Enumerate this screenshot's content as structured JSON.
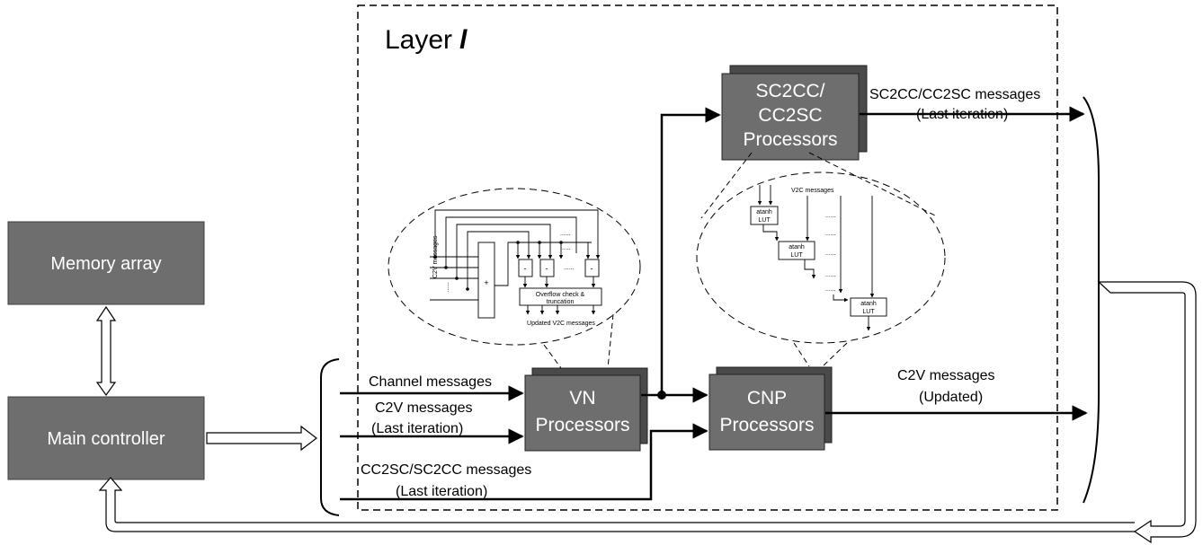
{
  "layer_title": "Layer",
  "layer_symbol": "l",
  "blocks": {
    "memory_array": "Memory array",
    "main_controller": "Main controller",
    "sc2cc_line1": "SC2CC/",
    "sc2cc_line2": "CC2SC",
    "sc2cc_line3": "Processors",
    "vn_line1": "VN",
    "vn_line2": "Processors",
    "cnp_line1": "CNP",
    "cnp_line2": "Processors"
  },
  "signals": {
    "sc2cc_out_line1": "SC2CC/CC2SC messages",
    "sc2cc_out_line2": "(Last iteration)",
    "channel_messages": "Channel messages",
    "c2v_in_line1": "C2V messages",
    "c2v_in_line2": "(Last iteration)",
    "cc2sc_in_line1": "CC2SC/SC2CC messages",
    "cc2sc_in_line2": "(Last iteration)",
    "c2v_out_line1": "C2V messages",
    "c2v_out_line2": "(Updated)"
  },
  "vn_detail": {
    "input_label": "C2V messages",
    "sum_symbol": "+",
    "minus_symbol": "-",
    "overflow_line1": "Overflow check &",
    "overflow_line2": "truncation",
    "output_label": "Updated V2C messages",
    "dots": "......"
  },
  "cnp_detail": {
    "input_label": "V2C messages",
    "lut_line1": "atanh",
    "lut_line2": "LUT",
    "dots": "......"
  },
  "colors": {
    "block_fill": "#6e6e6e",
    "block_shadow": "#4a4a4a",
    "text_on_block": "#ffffff"
  }
}
